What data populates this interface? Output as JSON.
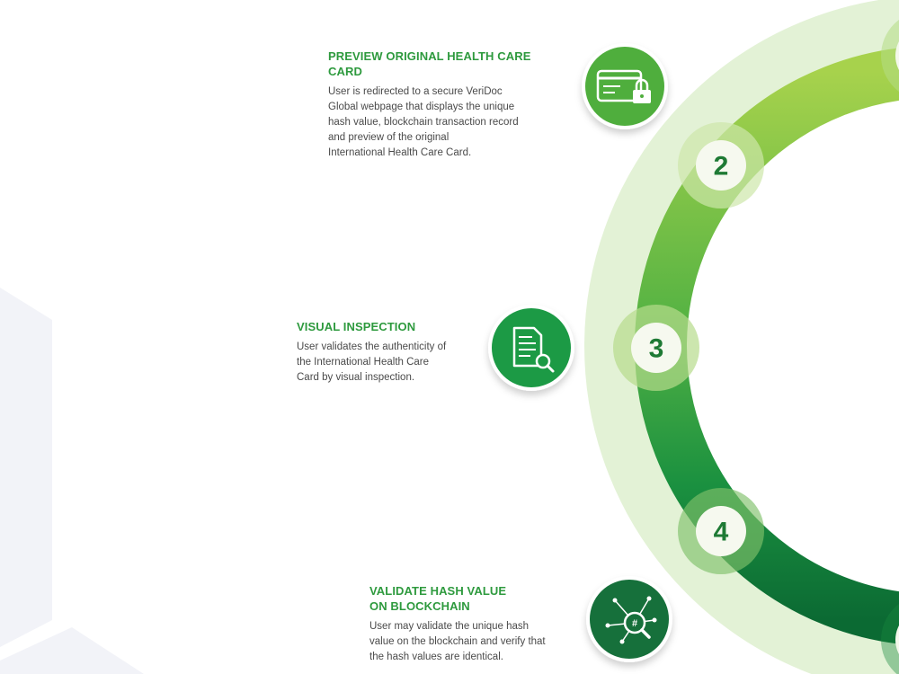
{
  "steps": [
    {
      "number": "2",
      "icon": "lock-card-icon",
      "title": "PREVIEW ORIGINAL HEALTH CARE CARD",
      "description": "User is redirected to a secure VeriDoc\nGlobal webpage that displays the unique\nhash value, blockchain transaction record\nand preview of the original\nInternational Health Care Card."
    },
    {
      "number": "3",
      "icon": "document-search-icon",
      "title": "VISUAL INSPECTION",
      "description": "User validates the authenticity of\nthe International Health Care\nCard by visual inspection."
    },
    {
      "number": "4",
      "icon": "hash-network-search-icon",
      "title": "VALIDATE HASH VALUE\nON BLOCKCHAIN",
      "description": "User may validate the unique hash\nvalue on the blockchain and verify that\nthe hash values are identical."
    }
  ],
  "colors": {
    "title_green": "#2e9a3e",
    "body_text": "#4a4a4a",
    "ring_light": "#dff0cf",
    "ring_top": "#9ccd4a",
    "ring_mid": "#41a63b",
    "ring_bottom": "#0d6e35",
    "icon_green_1": "#4fae3c",
    "icon_green_2": "#1a9a45",
    "icon_green_3": "#16703a",
    "number_color": "#1e7a34"
  }
}
